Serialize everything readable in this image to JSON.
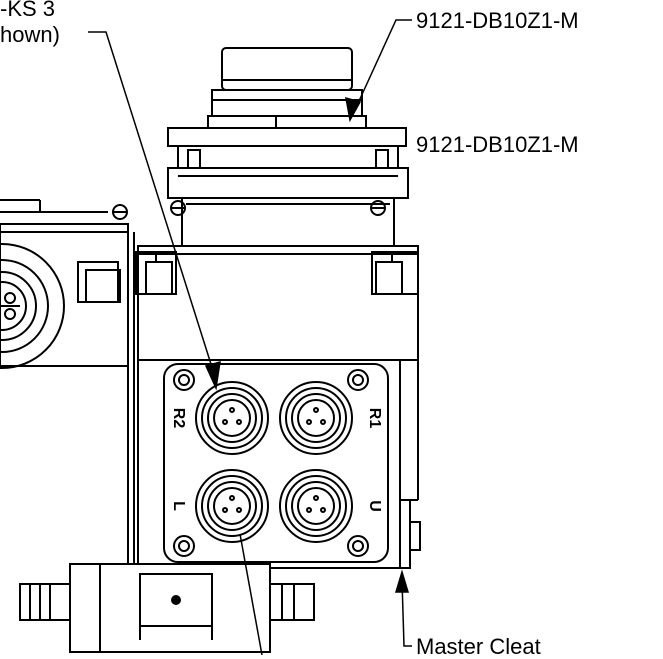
{
  "callouts": {
    "top_left_line1": "-KS 3",
    "top_left_line2": "hown)",
    "top_right_1": "9121-DB10Z1-M",
    "top_right_2": "9121-DB10Z1-M",
    "bottom_right": "Master Cleat"
  },
  "ports": {
    "r2": "R2",
    "r1": "R1",
    "l": "L",
    "u": "U"
  },
  "colors": {
    "line": "#000000",
    "background": "#ffffff"
  }
}
